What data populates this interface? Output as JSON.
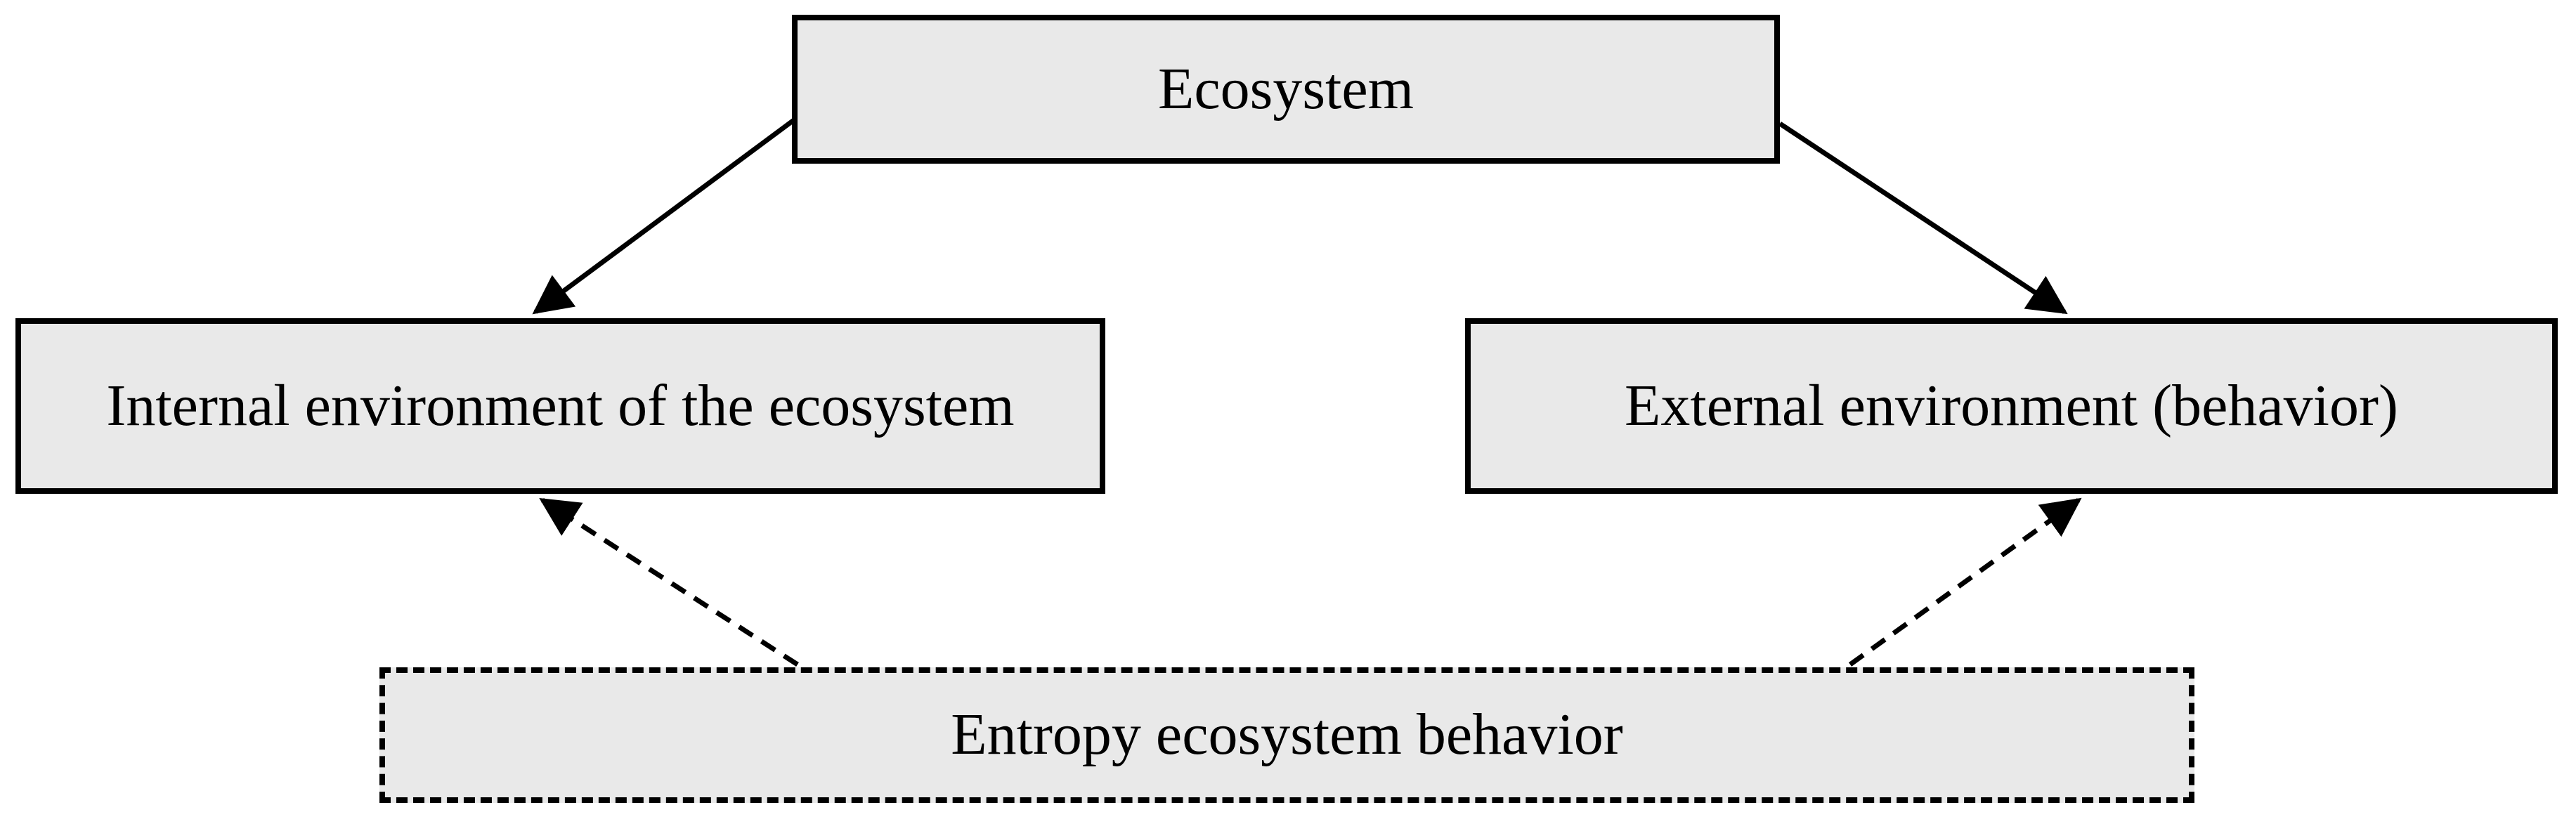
{
  "figure": {
    "background_color": "#ffffff",
    "node_fill_color": "#e9e9e9",
    "line_color": "#000000",
    "nodes": {
      "ecosystem": {
        "label": "Ecosystem",
        "border_style": "solid"
      },
      "internal_environment": {
        "label": "Internal environment of the ecosystem",
        "border_style": "solid"
      },
      "external_environment": {
        "label": "External environment (behavior)",
        "border_style": "solid"
      },
      "entropy_behavior": {
        "label": "Entropy ecosystem behavior",
        "border_style": "dashed"
      }
    },
    "edges": [
      {
        "from": "Ecosystem",
        "to": "Internal environment of the ecosystem",
        "style": "solid-arrow"
      },
      {
        "from": "Ecosystem",
        "to": "External environment (behavior)",
        "style": "solid-arrow"
      },
      {
        "from": "Entropy ecosystem behavior",
        "to": "Internal environment of the ecosystem",
        "style": "dashed-arrow"
      },
      {
        "from": "Entropy ecosystem behavior",
        "to": "External environment (behavior)",
        "style": "dashed-arrow"
      }
    ]
  }
}
